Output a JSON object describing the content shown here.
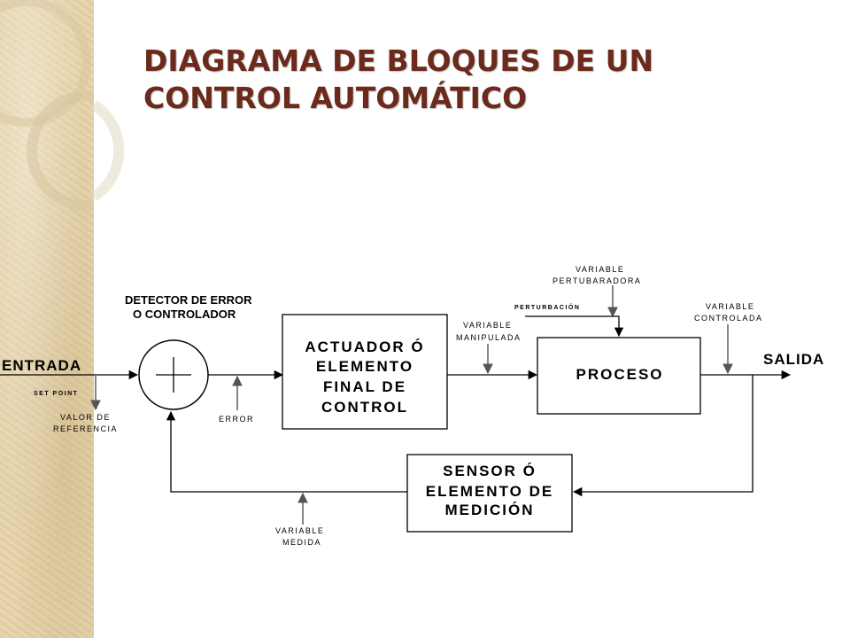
{
  "slide": {
    "title_line1": "DIAGRAMA DE BLOQUES DE UN",
    "title_line2": "CONTROL AUTOMÁTICO"
  },
  "diagram": {
    "detector": {
      "line1": "DETECTOR DE ERROR",
      "line2": "O CONTROLADOR"
    },
    "entrada": "ENTRADA",
    "set_point": "SET POINT",
    "valor_referencia": {
      "line1": "VALOR DE",
      "line2": "REFERENCIA"
    },
    "error": "ERROR",
    "actuador": {
      "line1": "ACTUADOR Ó",
      "line2": "ELEMENTO",
      "line3": "FINAL DE",
      "line4": "CONTROL"
    },
    "variable_manipulada": {
      "line1": "VARIABLE",
      "line2": "MANIPULADA"
    },
    "variable_perturbadora": {
      "line1": "VARIABLE",
      "line2": "PERTUBARADORA"
    },
    "perturbacion": "PERTURBACIÓN",
    "proceso": "PROCESO",
    "variable_controlada": {
      "line1": "VARIABLE",
      "line2": "CONTROLADA"
    },
    "salida": "SALIDA",
    "sensor": {
      "line1": "SENSOR Ó",
      "line2": "ELEMENTO DE",
      "line3": "MEDICIÓN"
    },
    "variable_medida": {
      "line1": "VARIABLE",
      "line2": "MEDIDA"
    }
  },
  "colors": {
    "title": "#6b2a1b",
    "parchment": "#e5d3aa",
    "ring": "#d8c7a0"
  }
}
